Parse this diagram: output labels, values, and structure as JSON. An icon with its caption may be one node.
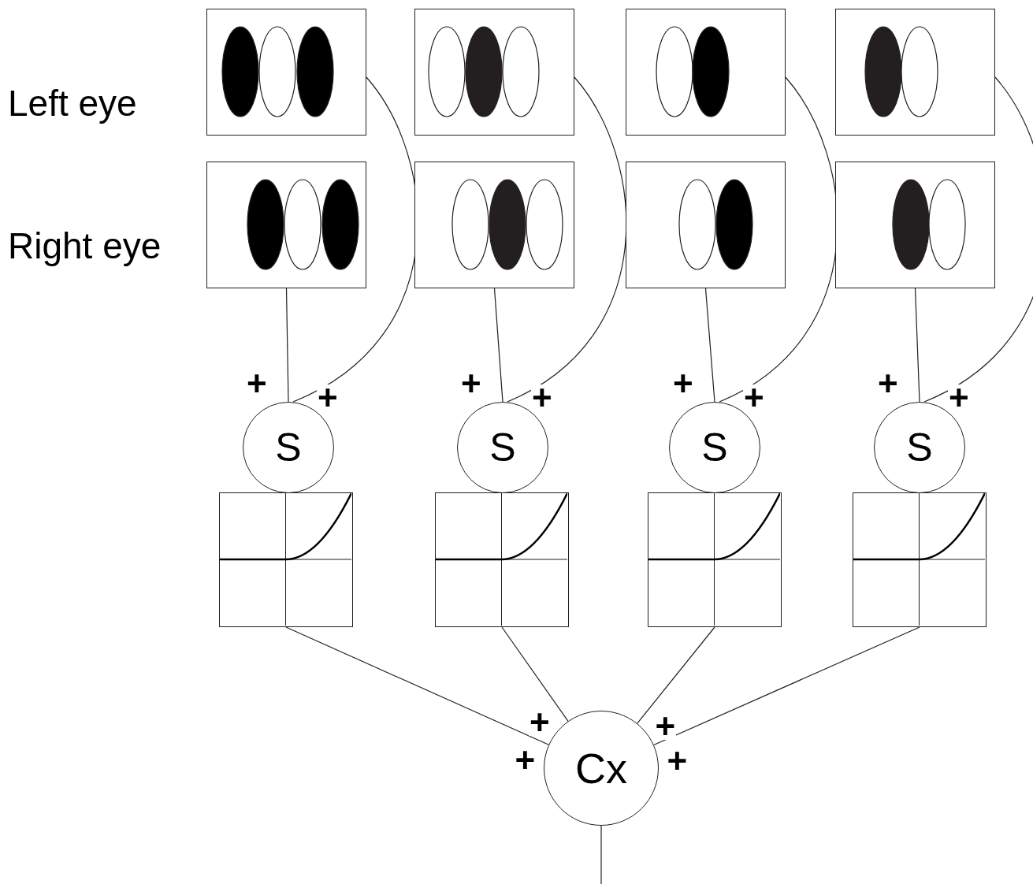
{
  "diagram": {
    "nodes": [
      {
        "text": [],
        "shape": "box"
      },
      {
        "text": [],
        "shape": "box"
      },
      {
        "text": [],
        "shape": "box"
      },
      {
        "text": [],
        "shape": "box"
      },
      {
        "text": [],
        "shape": "box"
      },
      {
        "text": [],
        "shape": "box"
      },
      {
        "text": [],
        "shape": "box"
      },
      {
        "text": [],
        "shape": "box"
      },
      {
        "text": [
          "S"
        ]
      },
      {
        "text": [
          "S"
        ]
      },
      {
        "text": [
          "S"
        ]
      },
      {
        "text": [
          "S"
        ]
      },
      {
        "text": [],
        "shape": "box"
      },
      {
        "text": [],
        "shape": "box"
      },
      {
        "text": [],
        "shape": "box"
      },
      {
        "text": [],
        "shape": "box"
      },
      {
        "text": [
          "Cx"
        ]
      }
    ],
    "edges": [
      {
        "from": 0,
        "to": 8,
        "arrow": "none",
        "label": "+"
      },
      {
        "from": 4,
        "to": 8,
        "arrow": "none",
        "label": "+"
      },
      {
        "from": 1,
        "to": 9,
        "arrow": "none",
        "label": "+"
      },
      {
        "from": 5,
        "to": 9,
        "arrow": "none",
        "label": "+"
      },
      {
        "from": 2,
        "to": 10,
        "arrow": "none",
        "label": "+"
      },
      {
        "from": 6,
        "to": 10,
        "arrow": "none",
        "label": "+"
      },
      {
        "from": 3,
        "to": 11,
        "arrow": "none",
        "label": "+"
      },
      {
        "from": 7,
        "to": 11,
        "arrow": "none",
        "label": "+"
      },
      {
        "from": 12,
        "to": 16,
        "arrow": "none",
        "label": "+"
      },
      {
        "from": 13,
        "to": 16,
        "arrow": "none",
        "label": "+"
      },
      {
        "from": 14,
        "to": 16,
        "arrow": "none",
        "label": "+"
      },
      {
        "from": 15,
        "to": 16,
        "arrow": "none",
        "label": "+"
      },
      {
        "from": 16,
        "to": null,
        "arrow": "none"
      }
    ],
    "labels": [
      "Left eye",
      "Right eye"
    ]
  }
}
